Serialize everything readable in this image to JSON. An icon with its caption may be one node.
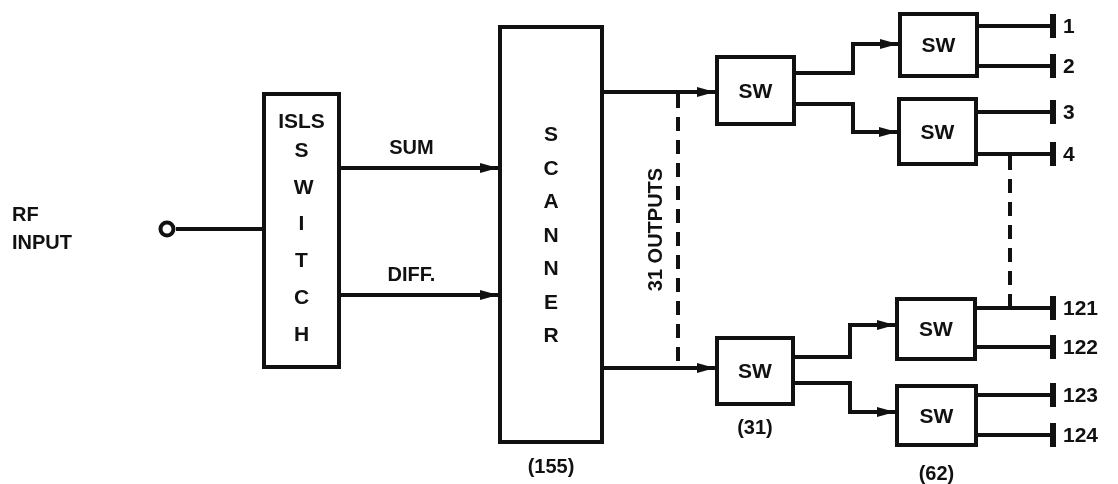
{
  "diagram": {
    "nodes": [
      {
        "text": [],
        "shape": "circle"
      },
      {
        "text": [
          "ISLS",
          "SWITCH"
        ]
      },
      {
        "text": [
          "SCANNER"
        ],
        "beside": [
          "(155)"
        ]
      },
      {
        "text": [
          "SW"
        ]
      },
      {
        "text": [
          "SW"
        ],
        "beside": [
          "(31)"
        ]
      },
      {
        "text": [
          "SW"
        ]
      },
      {
        "text": [
          "SW"
        ]
      },
      {
        "text": [
          "SW"
        ]
      },
      {
        "text": [
          "SW"
        ],
        "beside": [
          "(62)"
        ]
      },
      {
        "text": [
          "1"
        ]
      },
      {
        "text": [
          "2"
        ]
      },
      {
        "text": [
          "3"
        ]
      },
      {
        "text": [
          "4"
        ]
      },
      {
        "text": [
          "121"
        ]
      },
      {
        "text": [
          "122"
        ]
      },
      {
        "text": [
          "123"
        ]
      },
      {
        "text": [
          "124"
        ]
      }
    ],
    "edges": [
      {
        "from": 0,
        "to": 1,
        "arrow": "none"
      },
      {
        "from": 1,
        "to": 2,
        "arrow": "to",
        "label": "SUM"
      },
      {
        "from": 1,
        "to": 2,
        "arrow": "to",
        "label": "DIFF."
      },
      {
        "from": 2,
        "to": 3,
        "arrow": "to"
      },
      {
        "from": 2,
        "to": 4,
        "arrow": "to"
      },
      {
        "from": 3,
        "to": 5,
        "arrow": "to"
      },
      {
        "from": 3,
        "to": 6,
        "arrow": "to"
      },
      {
        "from": 4,
        "to": 7,
        "arrow": "to"
      },
      {
        "from": 4,
        "to": 8,
        "arrow": "to"
      },
      {
        "from": 5,
        "to": 9,
        "arrow": "other"
      },
      {
        "from": 5,
        "to": 10,
        "arrow": "other"
      },
      {
        "from": 6,
        "to": 11,
        "arrow": "other"
      },
      {
        "from": 6,
        "to": 12,
        "arrow": "other"
      },
      {
        "from": 7,
        "to": 13,
        "arrow": "other"
      },
      {
        "from": 7,
        "to": 14,
        "arrow": "other"
      },
      {
        "from": 8,
        "to": 15,
        "arrow": "other"
      },
      {
        "from": 8,
        "to": 16,
        "arrow": "other"
      }
    ],
    "labels": [
      "RF INPUT",
      "31 OUTPUTS"
    ]
  }
}
